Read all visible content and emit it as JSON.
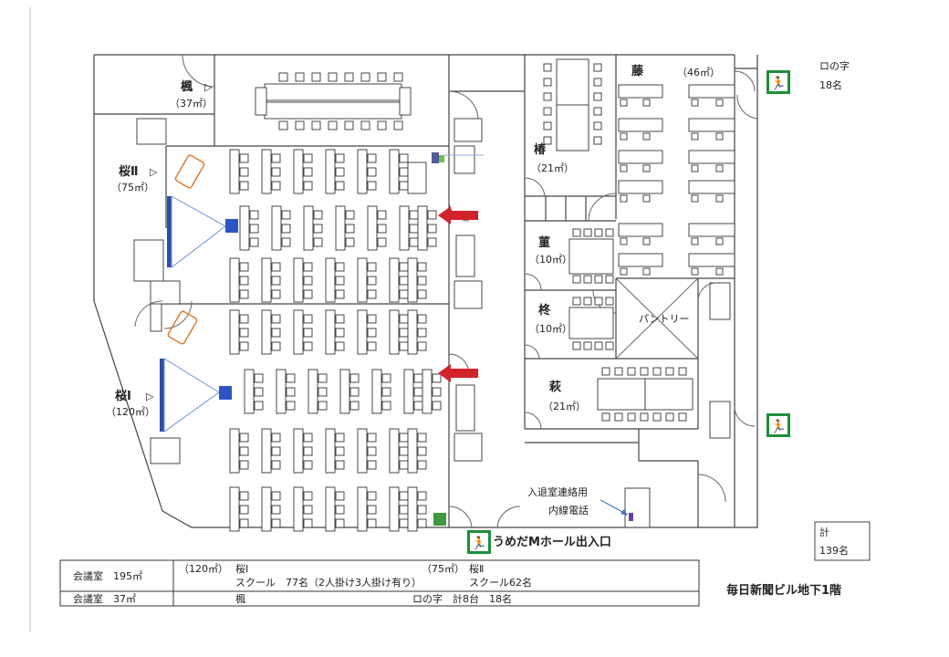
{
  "rooms": {
    "kaede": {
      "name": "楓",
      "area": "（37㎡）"
    },
    "sakura2": {
      "name": "桜Ⅱ",
      "area": "（75㎡）"
    },
    "sakura1": {
      "name": "桜Ⅰ",
      "area": "（120㎡）"
    },
    "tsubaki": {
      "name": "椿",
      "area": "（21㎡）"
    },
    "fuji": {
      "name": "藤",
      "area": "（46㎡）"
    },
    "sumire": {
      "name": "菫",
      "area": "（10㎡）"
    },
    "hiiragi": {
      "name": "柊",
      "area": "（10㎡）"
    },
    "hagi": {
      "name": "萩",
      "area": "（21㎡）"
    },
    "pantry": {
      "name": "パントリー"
    }
  },
  "corner": {
    "title": "ロの字",
    "count": "18名"
  },
  "total": {
    "label": "計",
    "count": "139名"
  },
  "entrance_label": "うめだMホール出入口",
  "phone_note": {
    "line1": "入退室連絡用",
    "line2": "内線電話"
  },
  "floor_title": "毎日新聞ビル地下1階",
  "table": {
    "row1": {
      "label": "会議室　195㎡",
      "left_area": "（120㎡）",
      "left_room": "桜Ⅰ",
      "right_area": "（75㎡）",
      "right_room": "桜Ⅱ",
      "left_detail": "スクール　77名（2人掛け3人掛け有り）",
      "right_detail": "スクール62名"
    },
    "row2": {
      "label": "会議室　37㎡",
      "room": "楓",
      "detail": "ロの字　計8台　18名"
    }
  },
  "colors": {
    "wall": "#444444",
    "screen": "#2f4fa8",
    "projector": "#2b55c4",
    "arrow": "#d2232a",
    "exit": "#1e8f3a",
    "board": "#e07b2a"
  }
}
